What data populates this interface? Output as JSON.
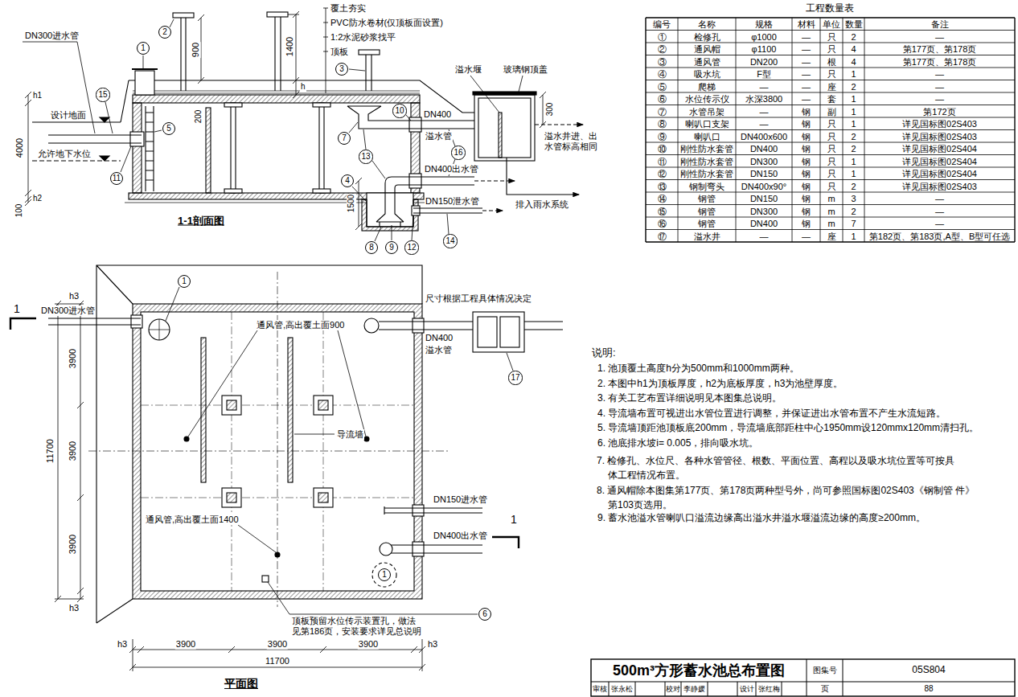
{
  "diagram": {
    "title": "500m³方形蓄水池总布置图",
    "nodes": [
      {
        "text": [
          "1"
        ]
      },
      {
        "text": [
          "2"
        ]
      },
      {
        "text": [
          "3"
        ]
      },
      {
        "text": [
          "15"
        ]
      },
      {
        "text": [
          "5"
        ]
      },
      {
        "text": [
          "7"
        ]
      },
      {
        "text": [
          "10"
        ]
      },
      {
        "text": [
          "11"
        ]
      },
      {
        "text": [
          "13"
        ]
      },
      {
        "text": [
          "4"
        ]
      },
      {
        "text": [
          "16"
        ]
      },
      {
        "text": [
          "8"
        ]
      },
      {
        "text": [
          "9"
        ]
      },
      {
        "text": [
          "12"
        ]
      },
      {
        "text": [
          "14"
        ]
      },
      {
        "text": [
          "1"
        ]
      },
      {
        "text": [
          "17"
        ]
      },
      {
        "text": [
          "1"
        ]
      },
      {
        "text": [
          "6"
        ]
      }
    ],
    "labels": [
      "DN300进水管",
      "h1",
      "设计地面",
      "允许地下水位",
      "4000",
      "100",
      "h2",
      "900",
      "1400",
      "h",
      "200",
      "覆土夯实",
      "PVC防水卷材(仅顶板面设置)",
      "1:2水泥砂浆找平",
      "顶板",
      "溢水堰",
      "玻璃钢顶盖",
      "300",
      "DN400",
      "溢水管",
      "溢水井进、出 水管标高相同",
      "DN400出水管",
      "1500",
      "DN150泄水管",
      "排入雨水系统",
      "1-1剖面图",
      "1",
      "DN300进水管",
      "通风管,高出覆土面900",
      "尺寸根据工程具体情况决定",
      "DN400",
      "溢水管",
      "导流墙",
      "通风管,高出覆土面1400",
      "DN150进水管",
      "1",
      "DN400出水管",
      "顶板预留水位传示装置孔，做法 见第186页，安装要求详见总说明",
      "h3",
      "3900",
      "3900",
      "3900",
      "h3",
      "11700",
      "h3",
      "3900",
      "3900",
      "3900",
      "h3",
      "11700",
      "平面图",
      "工程数量表",
      "编号",
      "名称",
      "规格",
      "材料",
      "单位",
      "数量",
      "备注",
      "①",
      "检修孔",
      "φ1000",
      "—",
      "只",
      "2",
      "—",
      "②",
      "通风帽",
      "φ1100",
      "—",
      "只",
      "4",
      "第177页、第178页",
      "③",
      "通风管",
      "DN200",
      "—",
      "根",
      "4",
      "第177页、第178页",
      "④",
      "吸水坑",
      "F型",
      "—",
      "只",
      "1",
      "—",
      "⑤",
      "爬梯",
      "—",
      "—",
      "座",
      "2",
      "—",
      "⑥",
      "水位传示仪",
      "水深3800",
      "—",
      "套",
      "1",
      "—",
      "⑦",
      "水管吊架",
      "—",
      "钢",
      "副",
      "1",
      "第172页",
      "⑧",
      "喇叭口支架",
      "—",
      "钢",
      "只",
      "1",
      "详见国标图02S403",
      "⑨",
      "喇叭口",
      "DN400x600",
      "钢",
      "只",
      "2",
      "详见国标图02S403",
      "⑩",
      "刚性防水套管",
      "DN400",
      "钢",
      "只",
      "2",
      "详见国标图02S404",
      "⑪",
      "刚性防水套管",
      "DN300",
      "钢",
      "只",
      "1",
      "详见国标图02S404",
      "⑫",
      "刚性防水套管",
      "DN150",
      "钢",
      "只",
      "1",
      "详见国标图02S404",
      "⑬",
      "钢制弯头",
      "DN400x90°",
      "钢",
      "只",
      "2",
      "详见国标图02S403",
      "⑭",
      "钢管",
      "DN150",
      "钢",
      "m",
      "3",
      "—",
      "⑮",
      "钢管",
      "DN300",
      "钢",
      "m",
      "2",
      "—",
      "⑯",
      "钢管",
      "DN400",
      "钢",
      "m",
      "7",
      "—",
      "⑰",
      "溢水井",
      "—",
      "—",
      "座",
      "1",
      "第182页、第183页,A型、B型可任选",
      "说明:",
      "1. 池顶覆土高度h分为500mm和1000mm两种。",
      "2. 本图中h1为顶板厚度，h2为底板厚度，h3为池壁厚度。",
      "3. 有关工艺布置详细说明见本图集总说明。",
      "4. 导流墙布置可视进出水管位置进行调整，并保证进出水管布置不产生水流短路。",
      "5. 导流墙顶距池顶板底200mm，导流墙底部距柱中心1950mm设120mmx120mm清扫孔。",
      "6. 池底排水坡i= 0.005，排向吸水坑。",
      "7. 检修孔、水位尺、各种水管管径、根数、平面位置、高程以及吸水坑位置等可按具 体工程情况布置。",
      "8. 通风帽除本图集第177页、第178页两种型号外，尚可参照国标图02S403《钢制管 件》第103页选用。",
      "9. 蓄水池溢水管喇叭口溢流边缘高出溢水井溢水堰溢流边缘的高度≥200mm。",
      "图集号",
      "05S804",
      "审核",
      "张永松",
      "校对",
      "李静媛",
      "设计",
      "张红梅",
      "页",
      "88"
    ]
  }
}
